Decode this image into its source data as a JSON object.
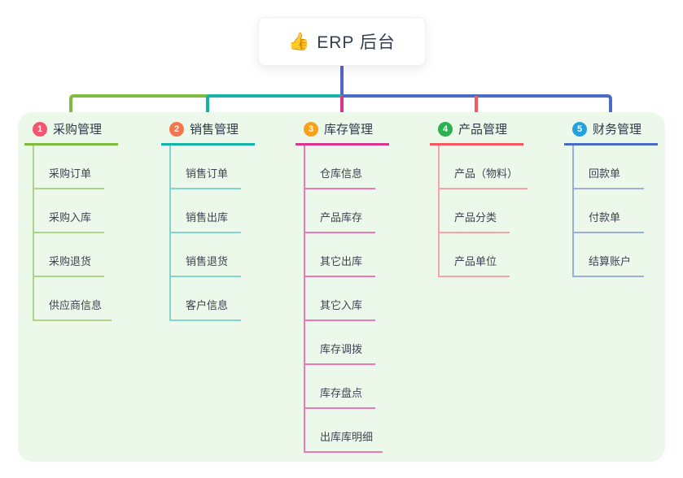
{
  "root": {
    "emoji": "👍",
    "icon": "thumbs-up-icon",
    "label": "ERP 后台"
  },
  "colors": {
    "page_bg": "#ffffff",
    "panel_bg": "#ecf8ea",
    "stem": "#5565c6",
    "root_text": "#333f50"
  },
  "branches": [
    {
      "number": "1",
      "title": "采购管理",
      "badge_color": "#f2566f",
      "line_color": "#7dbb41",
      "sub_line_color": "#abd587",
      "children": [
        "采购订单",
        "采购入库",
        "采购退货",
        "供应商信息"
      ]
    },
    {
      "number": "2",
      "title": "销售管理",
      "badge_color": "#f5764e",
      "line_color": "#16b3a9",
      "sub_line_color": "#82d5cd",
      "children": [
        "销售订单",
        "销售出库",
        "销售退货",
        "客户信息"
      ]
    },
    {
      "number": "3",
      "title": "库存管理",
      "badge_color": "#f9a11c",
      "line_color": "#d8358f",
      "sub_line_color": "#ee78b4",
      "children": [
        "仓库信息",
        "产品库存",
        "其它出库",
        "其它入库",
        "库存调拨",
        "库存盘点",
        "出库库明细"
      ]
    },
    {
      "number": "4",
      "title": "产品管理",
      "badge_color": "#2ab250",
      "line_color": "#f55960",
      "sub_line_color": "#f8a3a7",
      "children": [
        "产品（物料）",
        "产品分类",
        "产品单位"
      ]
    },
    {
      "number": "5",
      "title": "财务管理",
      "badge_color": "#27a1dc",
      "line_color": "#4b6cc5",
      "sub_line_color": "#9aaede",
      "children": [
        "回款单",
        "付款单",
        "结算账户"
      ]
    }
  ]
}
